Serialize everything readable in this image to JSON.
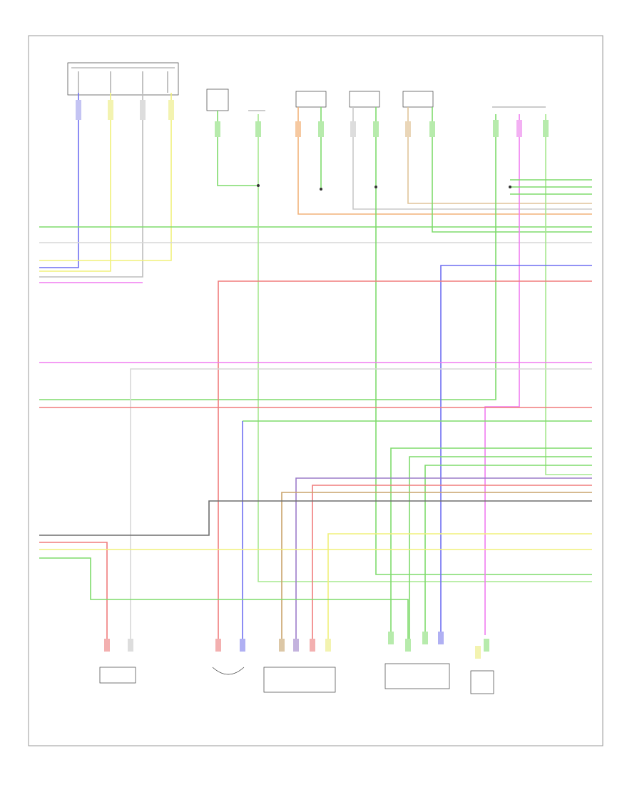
{
  "diagram": {
    "footer_code": "",
    "components": [
      {
        "id": "c1",
        "label": ""
      },
      {
        "id": "c2",
        "label": ""
      },
      {
        "id": "c3",
        "label": ""
      },
      {
        "id": "c4",
        "label": ""
      },
      {
        "id": "c5",
        "label": ""
      },
      {
        "id": "c6",
        "label": ""
      },
      {
        "id": "c7",
        "label": ""
      },
      {
        "id": "c8",
        "label": ""
      },
      {
        "id": "c9",
        "label": ""
      },
      {
        "id": "c10",
        "label": ""
      },
      {
        "id": "c11",
        "label": ""
      },
      {
        "id": "c12",
        "label": ""
      }
    ],
    "wire_colors": {
      "green": "#7edb6c",
      "light_green": "#a6e88f",
      "blue": "#6f6ff2",
      "yellow": "#f0f07a",
      "orange": "#f2b279",
      "red": "#f07c7c",
      "pink": "#f07cf0",
      "gray": "#bdbdbd",
      "brown": "#c9a36b",
      "violet": "#9c7cc9",
      "dark_gray": "#6e6e6e"
    }
  }
}
